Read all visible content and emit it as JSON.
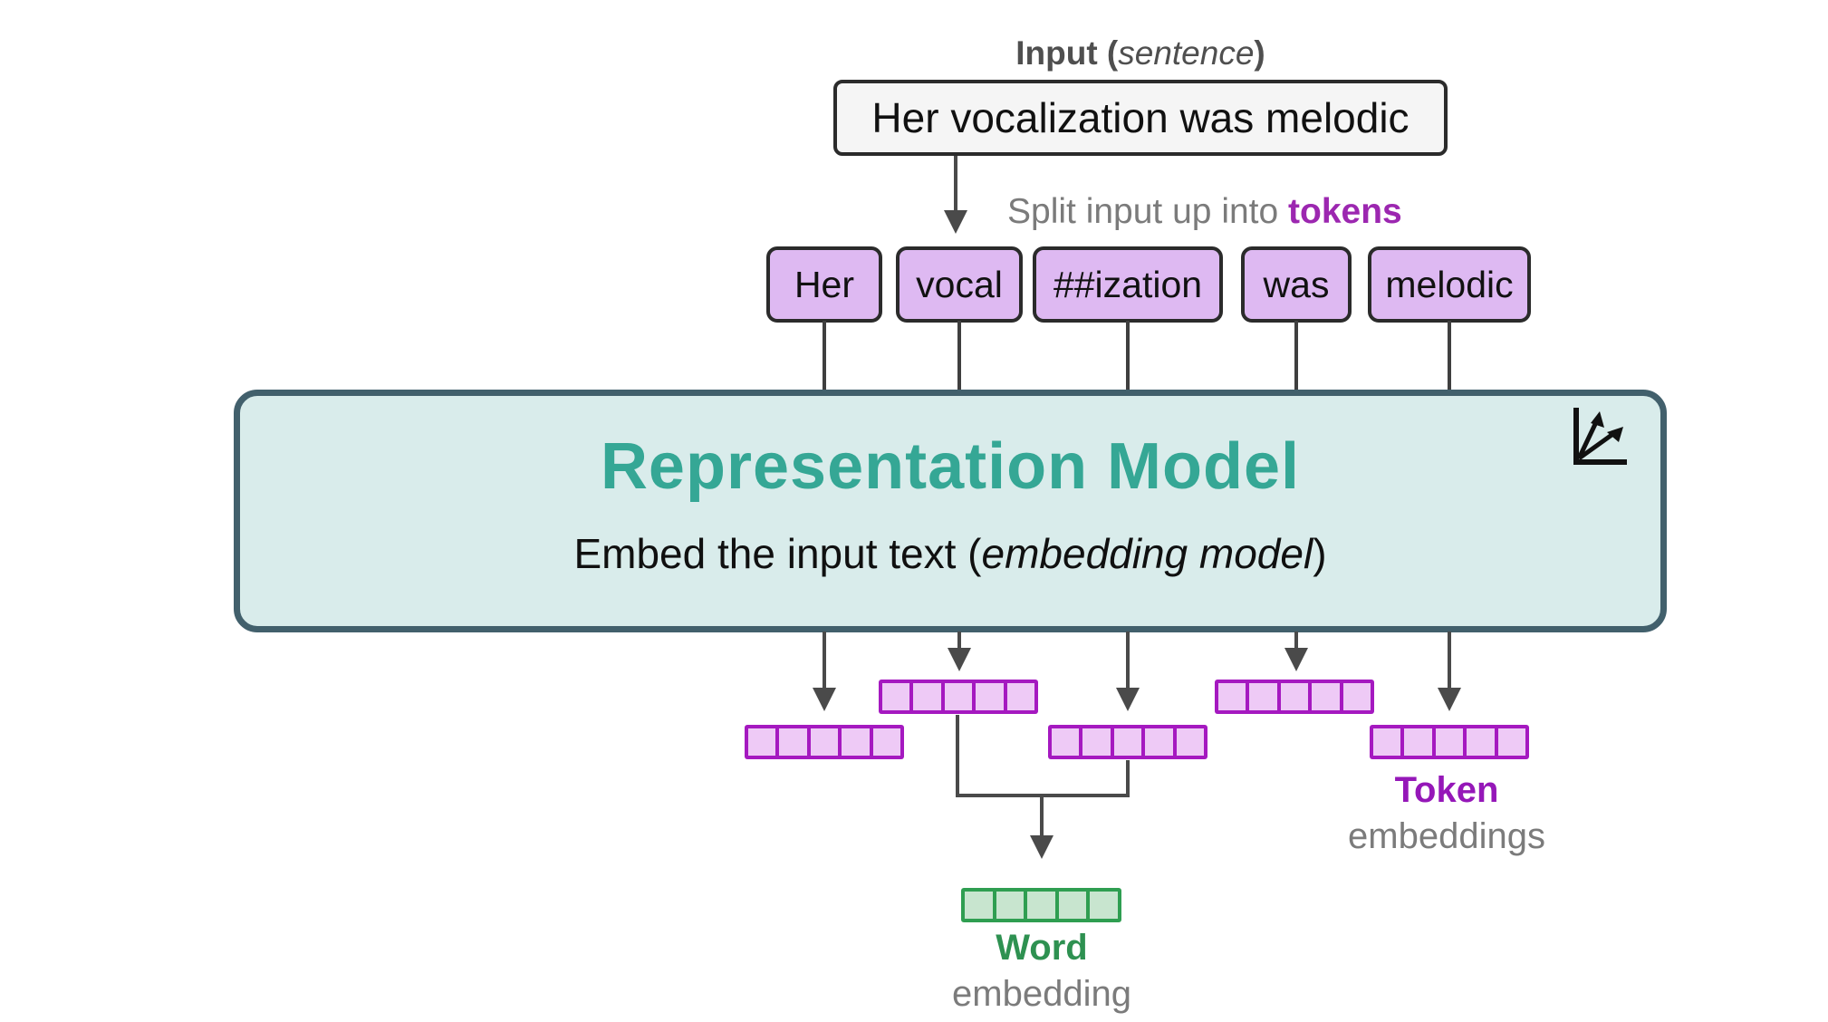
{
  "input": {
    "label_prefix": "Input (",
    "label_word": "sentence",
    "label_suffix": ")",
    "sentence": "Her vocalization was melodic"
  },
  "split_label": {
    "prefix": "Split input up into ",
    "highlight": "tokens"
  },
  "tokens": [
    "Her",
    "vocal",
    "##ization",
    "was",
    "melodic"
  ],
  "model": {
    "title": "Representation Model",
    "subtitle_prefix": "Embed the input text (",
    "subtitle_italic": "embedding model",
    "subtitle_suffix": ")"
  },
  "embeddings": {
    "cells_per_vector": 5,
    "token_vector_count": 5,
    "word_vector_count": 1
  },
  "captions": {
    "token_bold": "Token",
    "token_rest": "embeddings",
    "word_bold": "Word",
    "word_rest": "embedding"
  },
  "icons": {
    "model_corner": "vector-space-axes-icon"
  },
  "colors": {
    "purple_accent": "#9c27b0",
    "token_box_fill": "#deb9f2",
    "token_box_border": "#2b2b2b",
    "vector_border": "#a519c0",
    "vector_fill": "#eecaf6",
    "model_fill": "#d9eceb",
    "model_border": "#42606c",
    "model_title_teal": "#35a795",
    "green_vector_border": "#2f9e51",
    "green_vector_fill": "#c8e5cf",
    "word_green": "#2e9151",
    "arrow_gray": "#4a4a4a",
    "label_gray": "#7b7b7b",
    "input_box_fill": "#f5f5f5"
  }
}
